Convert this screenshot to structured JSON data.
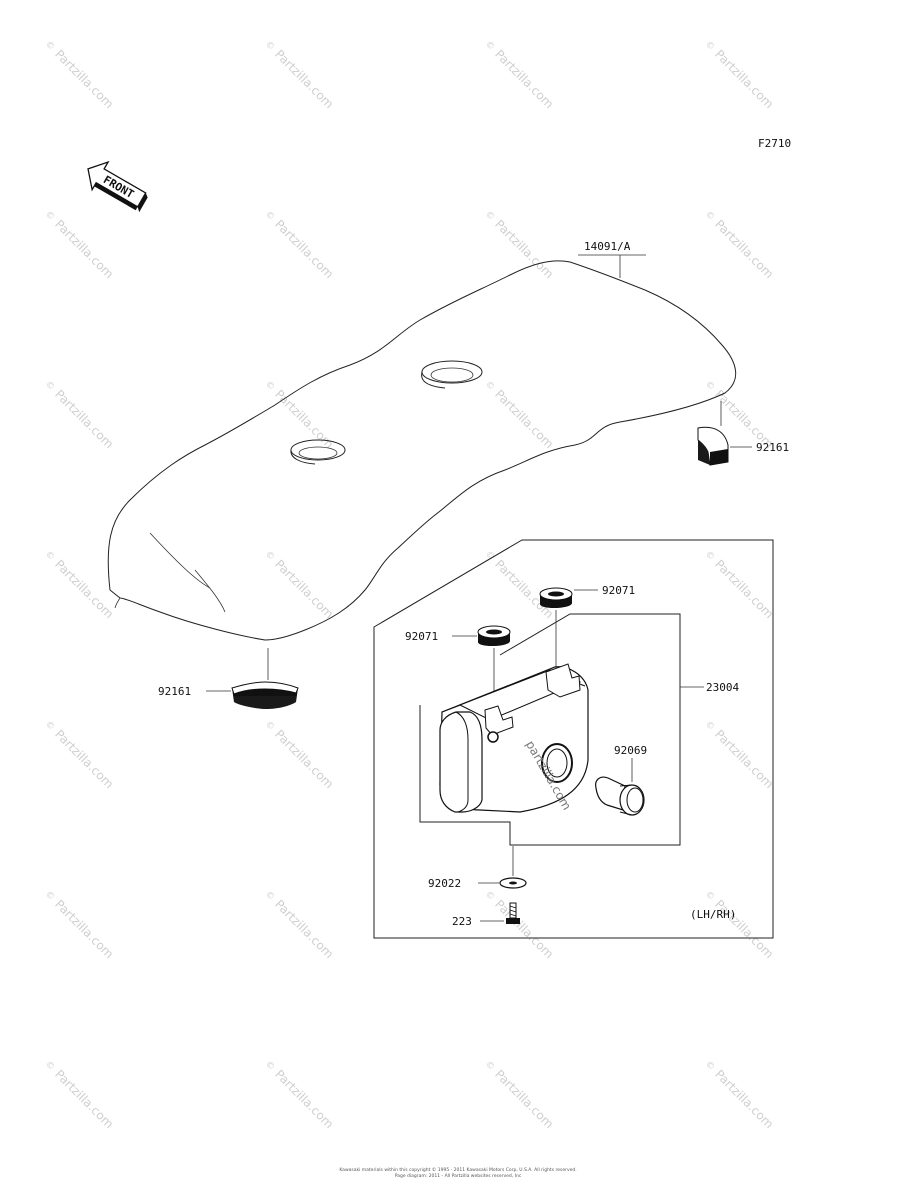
{
  "figure_code": "F2710",
  "front_label": "FRONT",
  "variant_note": "(LH/RH)",
  "parts": [
    {
      "id": "seat",
      "number": "14091/A"
    },
    {
      "id": "pad-right",
      "number": "92161"
    },
    {
      "id": "pad-left",
      "number": "92161"
    },
    {
      "id": "grommet-right",
      "number": "92071"
    },
    {
      "id": "grommet-left",
      "number": "92071"
    },
    {
      "id": "lamp-assembly",
      "number": "23004"
    },
    {
      "id": "bulb",
      "number": "92069"
    },
    {
      "id": "washer",
      "number": "92022"
    },
    {
      "id": "screw",
      "number": "223"
    }
  ],
  "watermark": {
    "text": "Partzilla.com",
    "symbol": "©"
  },
  "center_watermark": "partzilla.com",
  "footer": {
    "line1": "Kawasaki materials within this copyright © 1995 - 2011 Kawasaki Motors Corp, U.S.A. All rights reserved.",
    "line2": "Page diagram: 2011 - All Partzilla websites reserved, Inc"
  },
  "colors": {
    "line": "#222222",
    "watermark": "#cfcfcf",
    "background": "#ffffff"
  }
}
